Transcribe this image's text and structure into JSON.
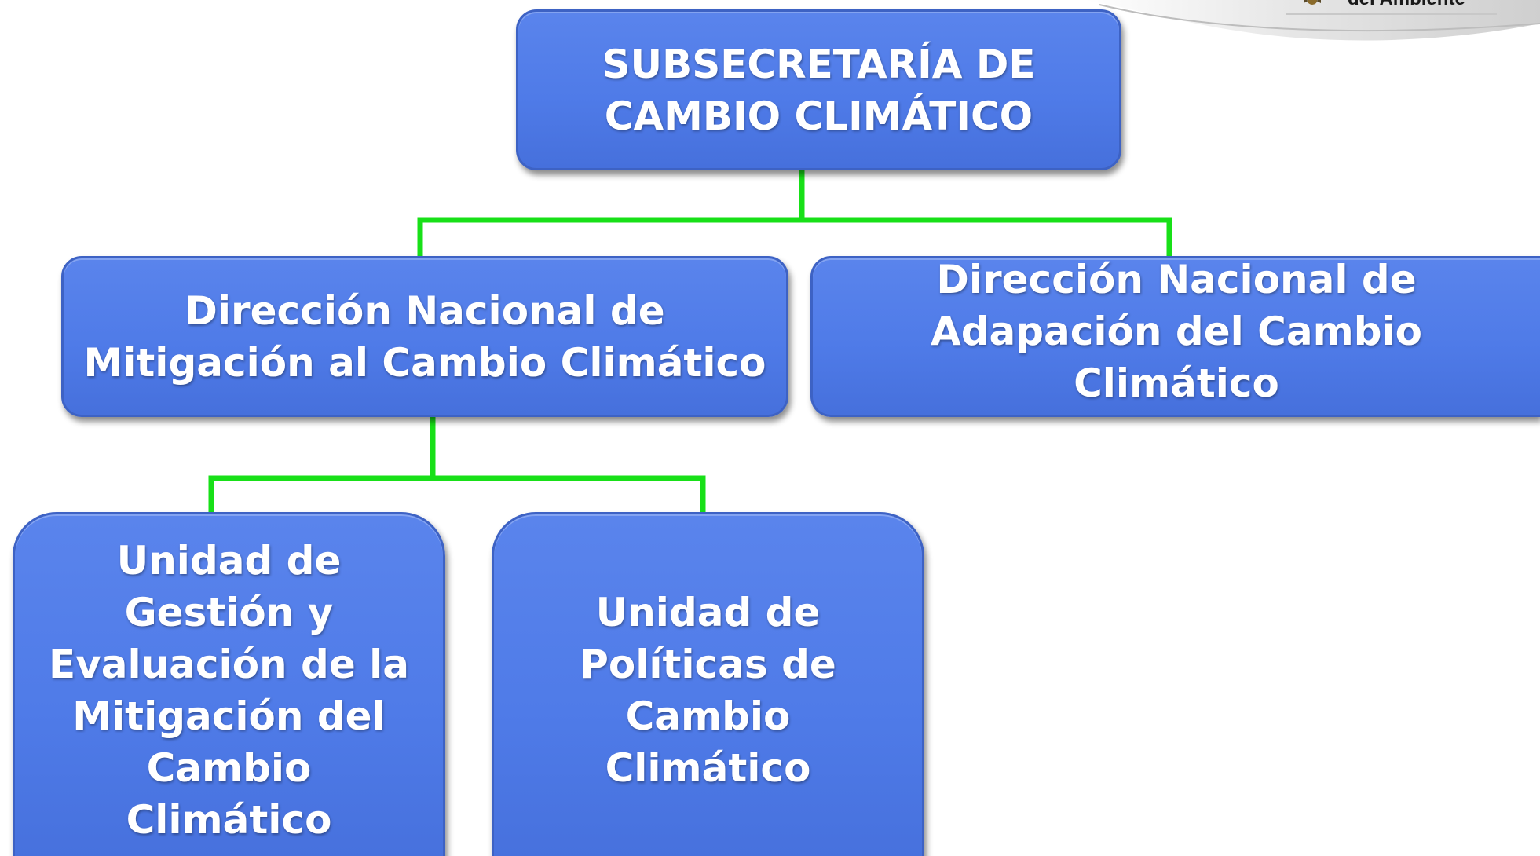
{
  "header": {
    "logo_text": "del Ambiente"
  },
  "org_chart": {
    "root": {
      "label": "SUBSECRETARÍA DE\nCAMBIO CLIMÁTICO"
    },
    "level2": [
      {
        "label": "Dirección Nacional de\nMitigación al Cambio Climático"
      },
      {
        "label": "Dirección Nacional de\nAdapación del Cambio\nClimático"
      }
    ],
    "level3": [
      {
        "label": "Unidad de\nGestión y\nEvaluación de la\nMitigación del\nCambio\nClimático"
      },
      {
        "label": "Unidad de\nPolíticas de\nCambio\nClimático"
      }
    ]
  },
  "colors": {
    "box_fill": "#4f7be8",
    "box_border": "#3d62c4",
    "connector": "#18e018",
    "text": "#ffffff"
  }
}
